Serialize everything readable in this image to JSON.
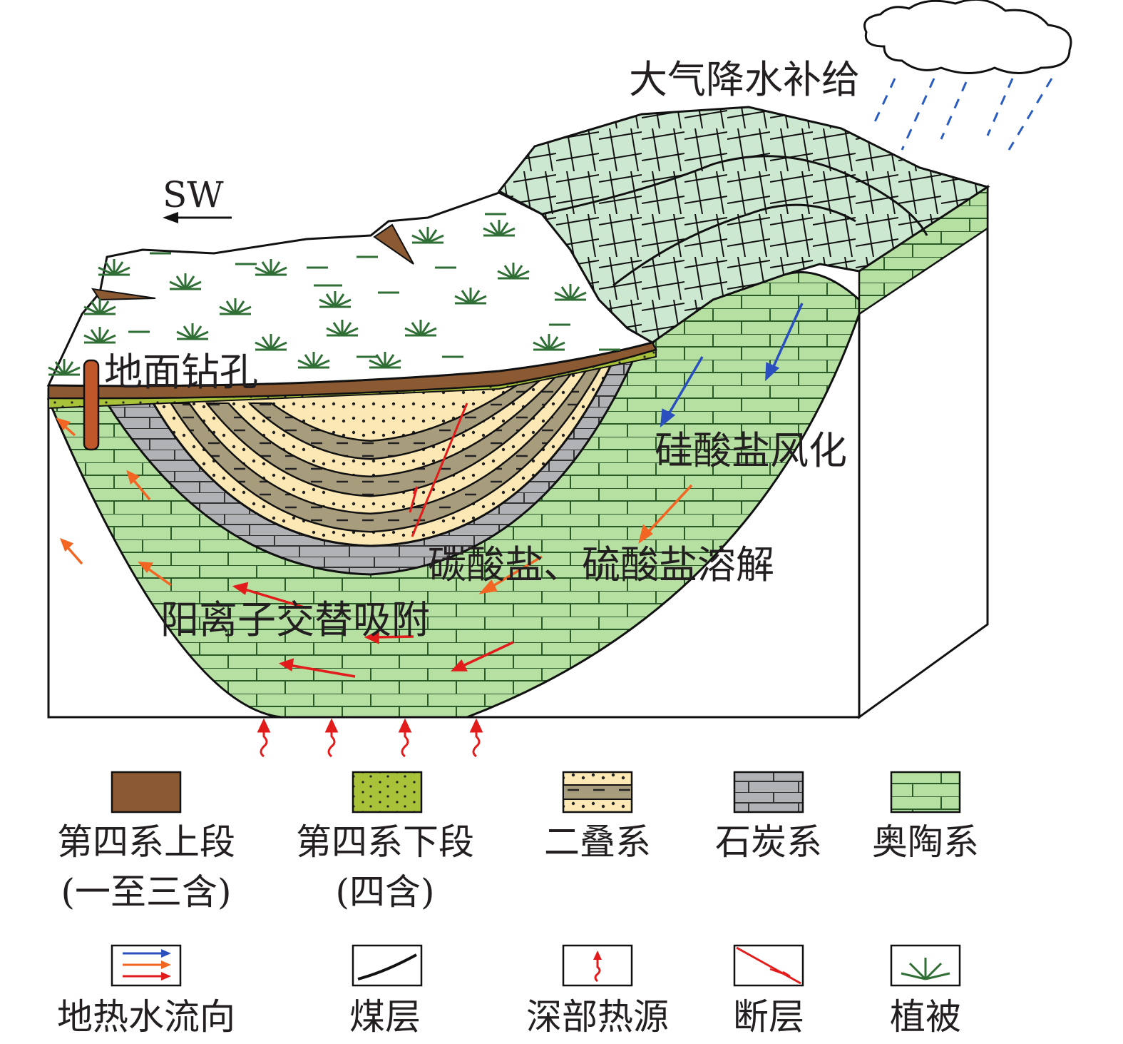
{
  "diagram": {
    "direction_label": "SW",
    "labels": {
      "recharge": "大气降水补给",
      "borehole": "地面钻孔",
      "silicate": "硅酸盐风化",
      "carbonate": "碳酸盐、硫酸盐溶解",
      "cation": "阳离子交替吸附"
    },
    "colors": {
      "quaternary_upper": "#8b5a32",
      "quaternary_lower": "#a8c23a",
      "permian_sand": "#fbe8b4",
      "permian_mud": "#a79c7c",
      "carboniferous": "#b0b2b6",
      "ordovician": "#b5e0a2",
      "surface_top": "#cde8d0",
      "vegetation": "#2f6e35",
      "flow_blue": "#2a4fbf",
      "flow_red": "#e21b1b",
      "flow_orange": "#f26522"
    }
  },
  "legend": {
    "row1": [
      {
        "label": "第四系上段",
        "sub": "(一至三含)"
      },
      {
        "label": "第四系下段",
        "sub": "(四含)"
      },
      {
        "label": "二叠系",
        "sub": ""
      },
      {
        "label": "石炭系",
        "sub": ""
      },
      {
        "label": "奥陶系",
        "sub": ""
      }
    ],
    "row2": [
      {
        "label": "地热水流向"
      },
      {
        "label": "煤层"
      },
      {
        "label": "深部热源"
      },
      {
        "label": "断层"
      },
      {
        "label": "植被"
      }
    ]
  }
}
